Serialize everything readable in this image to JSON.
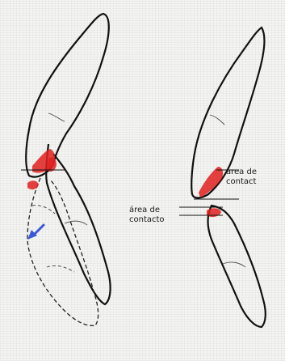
{
  "labels": {
    "upper_contact": {
      "line1": "área de",
      "line2": "contact"
    },
    "lower_contact": {
      "line1": "área de",
      "line2": "contacto"
    }
  },
  "colors": {
    "outline": "#111111",
    "contact_mark": "#e02020",
    "arrow": "#3a57d8",
    "dashed": "#222222"
  }
}
